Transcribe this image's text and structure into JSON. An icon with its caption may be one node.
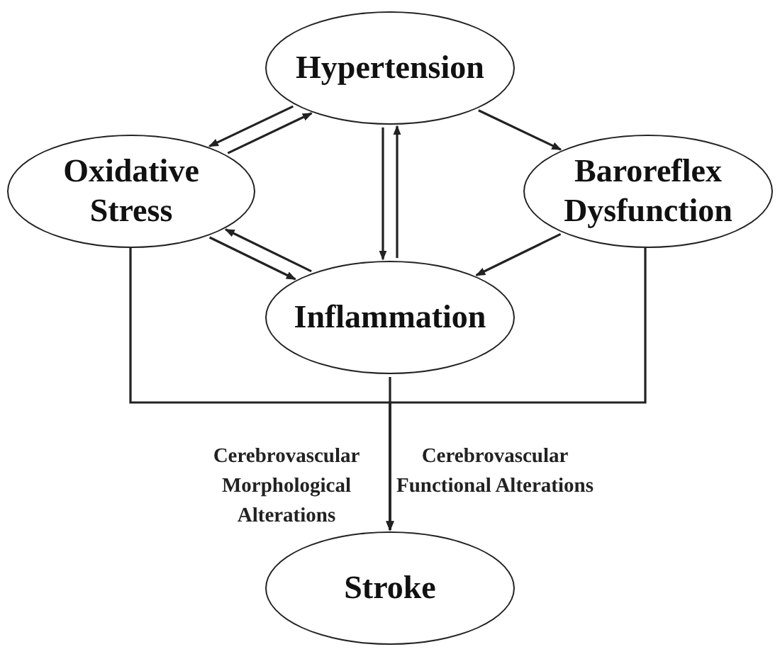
{
  "diagram": {
    "nodes": [
      {
        "text": [
          "Hypertension"
        ]
      },
      {
        "text": [
          "Oxidative Stress"
        ]
      },
      {
        "text": [
          "Baroreflex Dysfunction"
        ]
      },
      {
        "text": [
          "Inflammation"
        ]
      },
      {
        "text": [
          "Stroke"
        ]
      }
    ],
    "edges": [
      {
        "from": 0,
        "to": 1,
        "arrow": "to"
      },
      {
        "from": 1,
        "to": 0,
        "arrow": "to"
      },
      {
        "from": 0,
        "to": 2,
        "arrow": "to"
      },
      {
        "from": 0,
        "to": 3,
        "arrow": "to"
      },
      {
        "from": 3,
        "to": 0,
        "arrow": "to"
      },
      {
        "from": 3,
        "to": 1,
        "arrow": "to"
      },
      {
        "from": 1,
        "to": 3,
        "arrow": "to"
      },
      {
        "from": 2,
        "to": 3,
        "arrow": "to"
      },
      {
        "from": 1,
        "to": 4,
        "arrow": "to"
      },
      {
        "from": 2,
        "to": 4,
        "arrow": "to"
      },
      {
        "from": 3,
        "to": 4,
        "arrow": "to"
      }
    ],
    "labels": [
      "Cerebrovascular Morphological Alterations",
      "Cerebrovascular Functional Alterations"
    ]
  }
}
